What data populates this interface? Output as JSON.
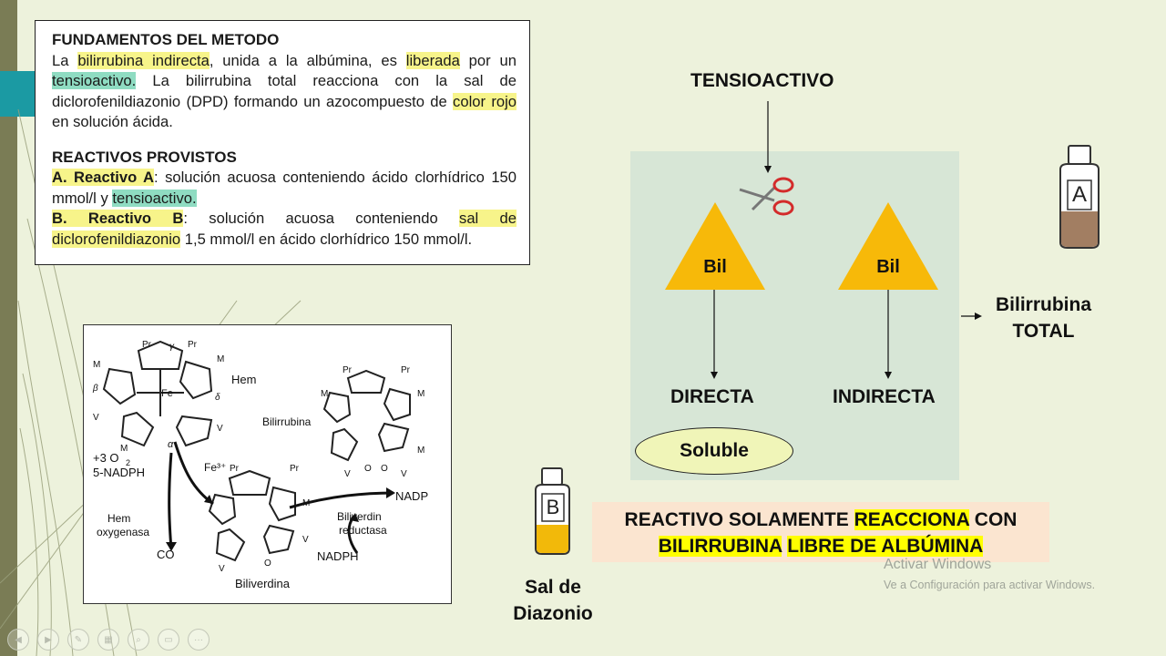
{
  "text_box": {
    "heading1": "FUNDAMENTOS DEL METODO",
    "p1": [
      "La ",
      "bilirrubina indirecta",
      ", unida a la albúmina, es ",
      "liberada",
      " por un ",
      "tensioactivo.",
      " La bilirrubina total reacciona con la sal de diclorofenildiazonio (DPD) formando un azocompuesto de ",
      "color rojo",
      " en solución ácida."
    ],
    "heading2": "REACTIVOS PROVISTOS",
    "ra_label": "A. Reactivo A",
    "ra_text": ": solución acuosa conteniendo ácido clorhídrico 150 mmol/l y ",
    "ra_highlight": "tensioactivo.",
    "rb_label": "B. Reactivo B",
    "rb_text": ": solución acuosa conteniendo ",
    "rb_highlight": "sal de diclorofenildiazonio",
    "rb_text2": " 1,5 mmol/l en ácido clorhídrico 150 mmol/l."
  },
  "diagram": {
    "tensioactivo": "TENSIOACTIVO",
    "tri_left": "Bil",
    "tri_right": "Bil",
    "directa": "DIRECTA",
    "indirecta": "INDIRECTA",
    "soluble": "Soluble",
    "total_line1": "Bilirrubina",
    "total_line2": "TOTAL",
    "bottle_a": "A",
    "bottle_b": "B",
    "sal_line1": "Sal de",
    "sal_line2": "Diazonio"
  },
  "banner": {
    "l1a": "REACTIVO SOLAMENTE ",
    "l1b": "REACCIONA",
    "l1c": " CON",
    "l2a": "BILIRRUBINA",
    "l2b": " ",
    "l2c": "LIBRE DE ALBÚMINA"
  },
  "figure": {
    "hem": "Hem",
    "bilirrubina": "Bilirrubina",
    "o2": "+3 O",
    "o2_sub": "2",
    "nadph5": "5-NADPH",
    "fe3": "Fe³⁺",
    "hem_oxy1": "Hem",
    "hem_oxy2": "oxygenasa",
    "co": "CO",
    "nadp": "NADP",
    "bv_red1": "Biliverdin",
    "bv_red2": "reductasa",
    "nadph": "NADPH",
    "biliverdina": "Biliverdina",
    "fe": "Fe",
    "pr": "Pr",
    "m": "M",
    "v": "V",
    "o": "O",
    "alpha": "α",
    "beta": "β",
    "gamma": "γ",
    "delta": "δ"
  },
  "watermark": {
    "title": "Activar Windows",
    "subtitle": "Ve a Configuración para activar Windows."
  },
  "colors": {
    "background": "#edf2dc",
    "triangle": "#f7b909",
    "panel": "#d7e6d6",
    "highlight_yellow": "#f7f48a",
    "highlight_green": "#8fdcc2",
    "teal_tab": "#1b9aa3"
  }
}
